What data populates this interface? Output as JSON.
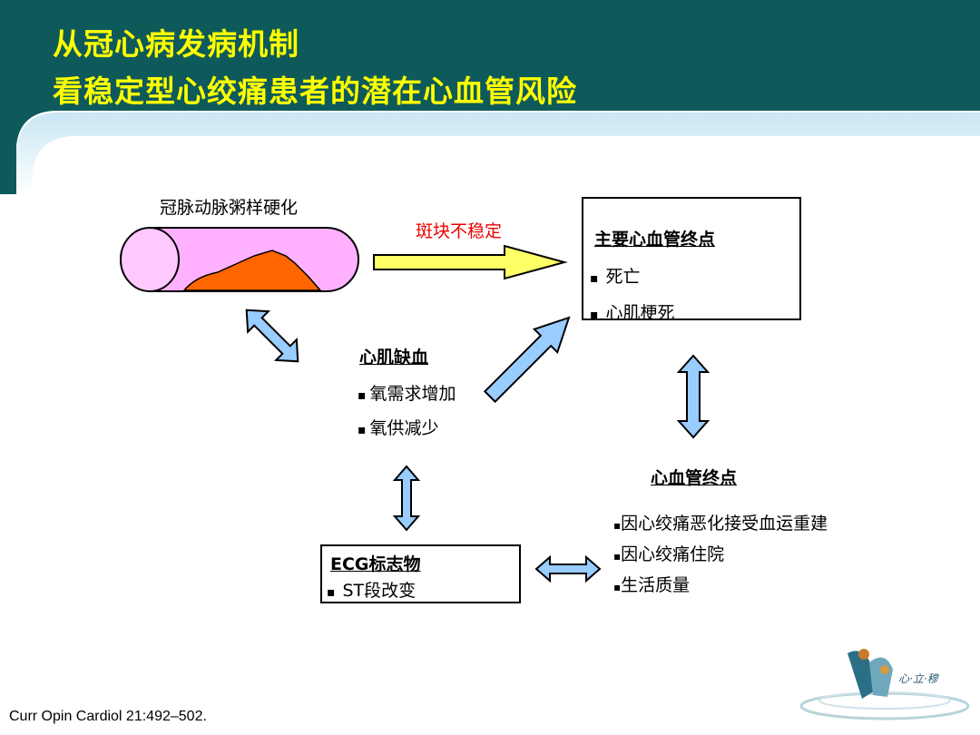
{
  "title": {
    "line1": "从冠心病发病机制",
    "line2": "看稳定型心绞痛患者的潜在心血管风险"
  },
  "plaque": {
    "label": "冠脉动脉粥样硬化",
    "arrow_label": "斑块不稳定"
  },
  "major_endpoints": {
    "heading": "主要心血管终点",
    "items": [
      "死亡",
      "心肌梗死"
    ]
  },
  "ischemia": {
    "heading": "心肌缺血",
    "items": [
      "氧需求增加",
      "氧供减少"
    ]
  },
  "cv_endpoints": {
    "heading": "心血管终点",
    "items": [
      "因心绞痛恶化接受血运重建",
      "因心绞痛住院",
      "生活质量"
    ]
  },
  "ecg": {
    "heading": "ECG标志物",
    "items": [
      "ST段改变"
    ]
  },
  "citation": "Curr Opin Cardiol 21:492–502.",
  "logo": {
    "text": "心·立·穆"
  },
  "colors": {
    "header_bg": "#0e5a5a",
    "title_text": "#ffff00",
    "vessel_fill": "#ffb0ff",
    "plaque_fill": "#ff6600",
    "arrow_yellow": "#ffff66",
    "arrow_blue": "#99ccff"
  }
}
